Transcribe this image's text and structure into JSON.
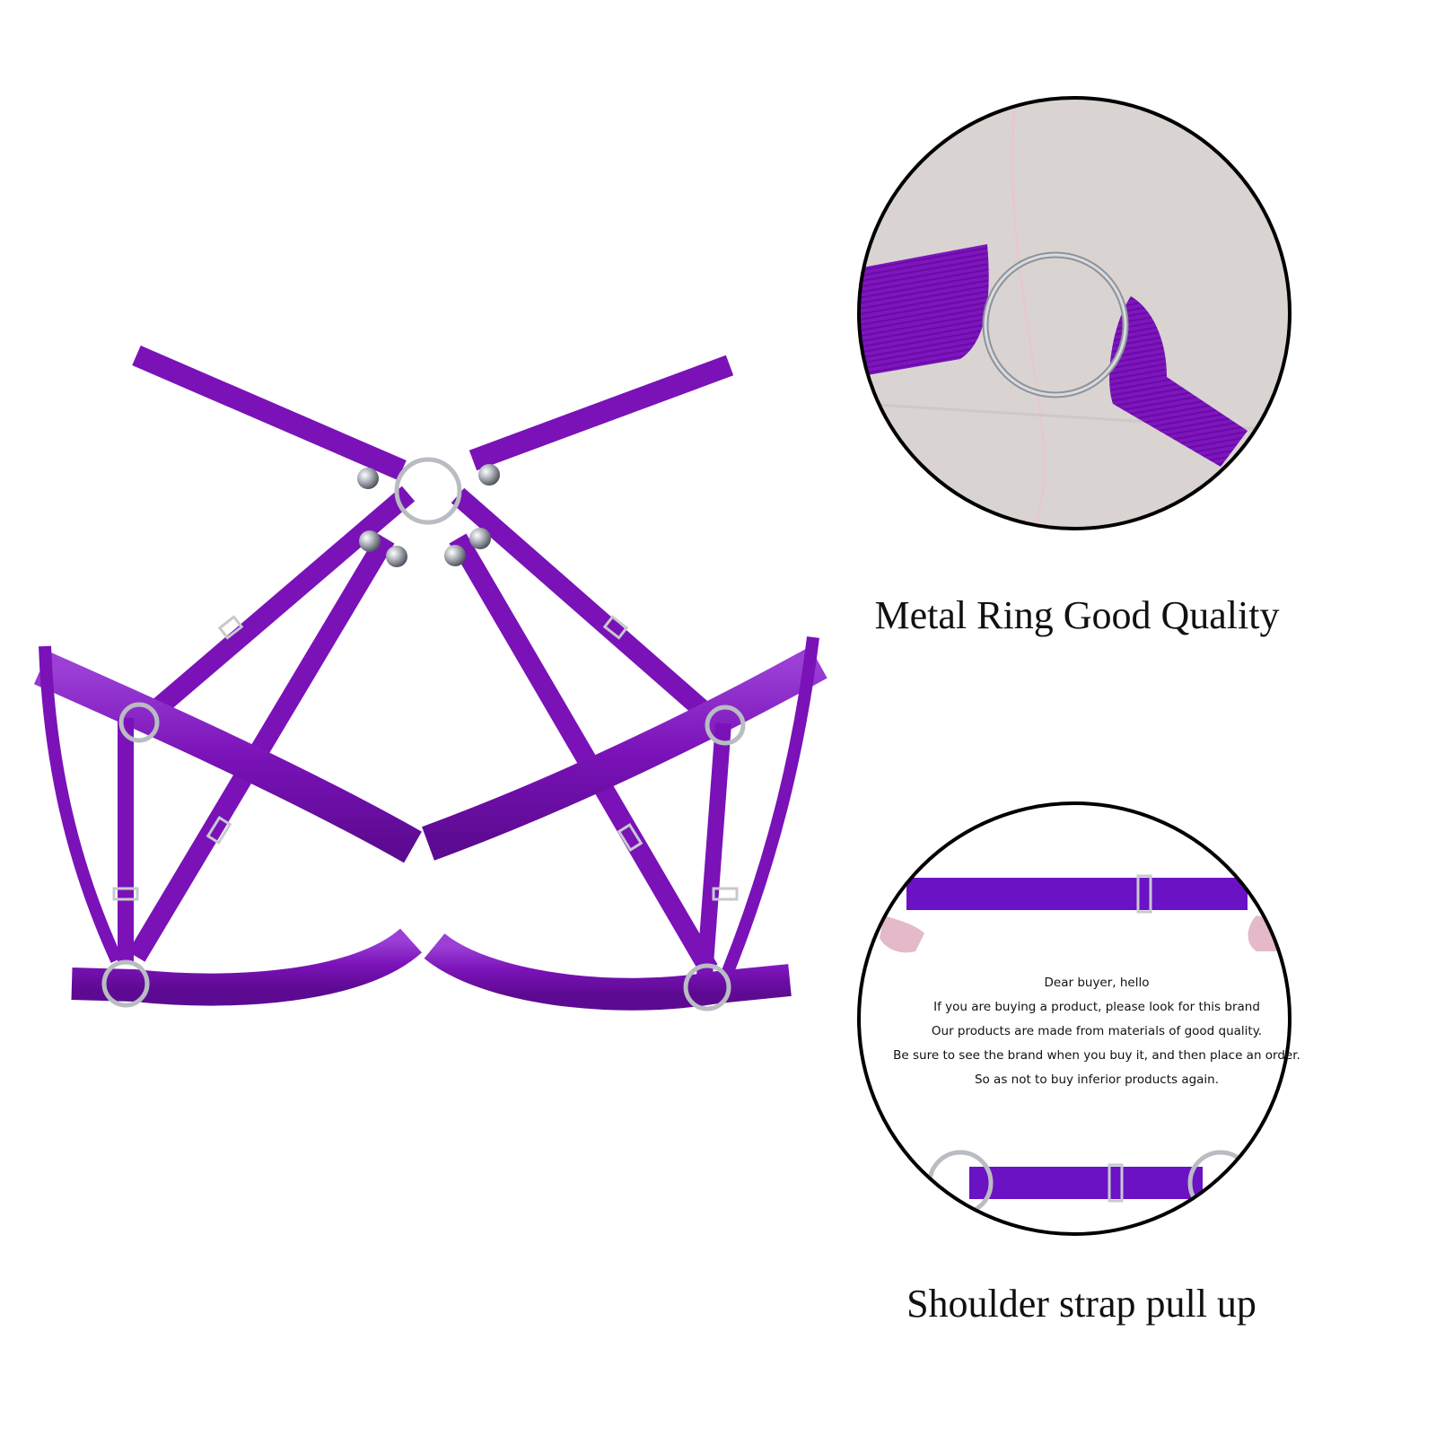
{
  "image": {
    "subject": "purple elastic body harness with metal rings",
    "colors": {
      "strap": "#7a12b8",
      "strap_highlight": "#9b3fd6",
      "ring": "#b9bcc2",
      "background": "#ffffff",
      "detail_background": "#d9d4d2"
    }
  },
  "details": [
    {
      "caption": "Metal Ring Good Quality"
    },
    {
      "notice_lines": [
        "Dear buyer, hello",
        "If you are buying a product, please look for this brand",
        "Our products are made from materials of good quality.",
        "Be sure to see the brand when you buy it, and then place an order.",
        "So as not to buy inferior products again."
      ],
      "caption": "Shoulder strap pull up"
    }
  ]
}
